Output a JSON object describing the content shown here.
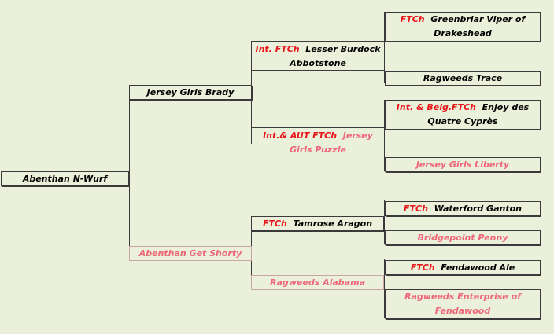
{
  "pedigree": {
    "subject": {
      "name": "Abenthan N-Wurf"
    },
    "sire": {
      "name": "Jersey Girls Brady"
    },
    "dam": {
      "name": "Abenthan Get Shorty"
    },
    "sire_sire": {
      "title": "Int. FTCh",
      "name": "Lesser Burdock Abbotstone"
    },
    "sire_dam": {
      "title": "Int.& AUT FTCh",
      "name": "Jersey Girls Puzzle"
    },
    "dam_sire": {
      "title": "FTCh",
      "name": "Tamrose Aragon"
    },
    "dam_dam": {
      "name": "Ragweeds Alabama"
    },
    "ggp1": {
      "title": "FTCh",
      "name": "Greenbriar Viper of Drakeshead"
    },
    "ggp2": {
      "name": "Ragweeds Trace"
    },
    "ggp3": {
      "title": "Int. & Belg.FTCh",
      "name": "Enjoy des Quatre Cyprès"
    },
    "ggp4": {
      "name": "Jersey Girls Liberty"
    },
    "ggp5": {
      "title": "FTCh",
      "name": "Waterford Ganton"
    },
    "ggp6": {
      "name": "Bridgepoint Penny"
    },
    "ggp7": {
      "title": "FTCh",
      "name": "Fendawood Ale"
    },
    "ggp8": {
      "name": "Ragweeds Enterprise of Fendawood"
    }
  },
  "colors": {
    "background": "#eaf0da",
    "title_red": "#e8161b",
    "name_pink": "#ee6677",
    "border": "#3a3a3a"
  }
}
